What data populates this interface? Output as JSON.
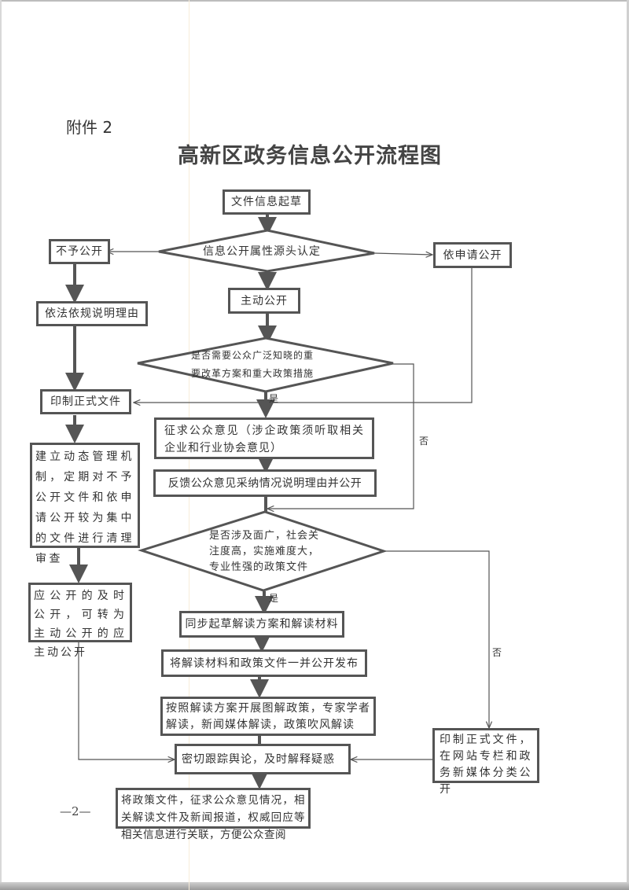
{
  "document": {
    "attachment_label": "附件 2",
    "title": "高新区政务信息公开流程图",
    "page_number": "—2—"
  },
  "flowchart": {
    "nodes": {
      "draft": "文件信息起草",
      "source_decision": "信息公开属性源头认定",
      "not_public": "不予公开",
      "explain_reason": "依法依规说明理由",
      "on_request": "依申请公开",
      "active_public": "主动公开",
      "major_decision": "是否需要公众广泛知晓的重要改革方案和重大政策措施",
      "print_formal": "印制正式文件",
      "solicit_opinion": "征求公众意见（涉企政策须听取相关企业和行业协会意见）",
      "feedback": "反馈公众意见采纳情况说明理由并公开",
      "dynamic_mgmt": "建立动态管理机制，定期对不予公开文件和依申请公开较为集中的文件进行清理审查",
      "impact_decision": "是否涉及面广，社会关注度高，实施难度大，专业性强的政策文件",
      "convert_public": "应公开的及时公开，可转为主动公开的应主动公开",
      "draft_interpretation": "同步起草解读方案和解读材料",
      "publish_together": "将解读材料和政策文件一并公开发布",
      "interpret_activities": "按照解读方案开展图解政策，专家学者解读，新闻媒体解读，政策吹风解读",
      "track_opinion": "密切跟踪舆论，及时解释疑惑",
      "print_publish_web": "印制正式文件，在网站专栏和政务新媒体分类公开",
      "link_info": "将政策文件，征求公众意见情况，相关解读文件及新闻报道，权威回应等相关信息进行关联，方便公众查阅"
    },
    "major_decision_lines": [
      "是否需要公众广泛知晓的重",
      "要改革方案和重大政策措施"
    ],
    "impact_decision_lines": [
      "是否涉及面广，社会关",
      "注度高，实施难度大，",
      "专业性强的政策文件"
    ],
    "edge_labels": {
      "yes": "是",
      "no": "否"
    }
  }
}
